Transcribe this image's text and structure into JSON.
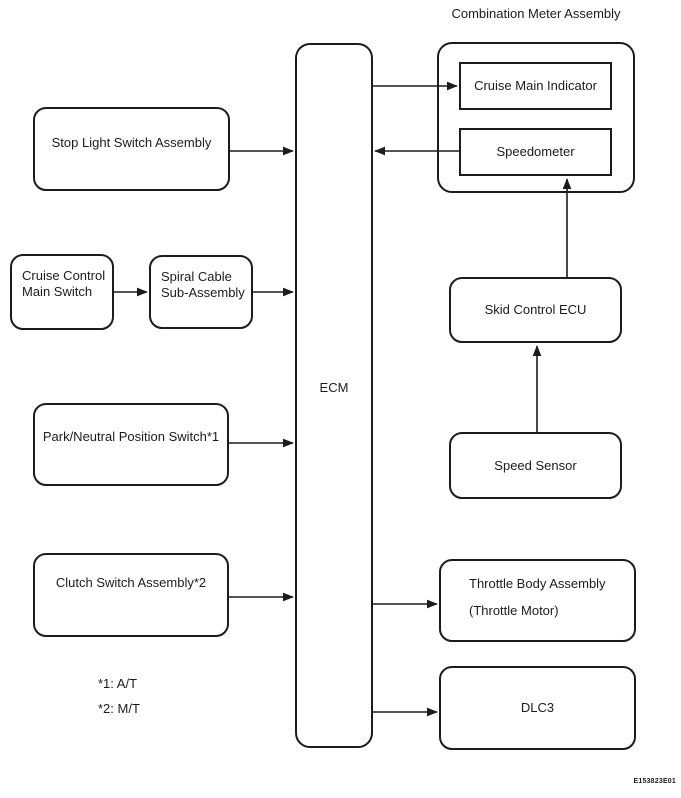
{
  "diagram": {
    "title": "Combination Meter Assembly",
    "figure_code": "E153823E01",
    "nodes": {
      "stop_light_switch": "Stop Light Switch Assembly",
      "cruise_control_main_switch": {
        "line1": "Cruise Control",
        "line2": "Main Switch"
      },
      "spiral_cable": {
        "line1": "Spiral Cable",
        "line2": "Sub-Assembly"
      },
      "ecm": "ECM",
      "park_neutral_switch": "Park/Neutral Position Switch*1",
      "clutch_switch": "Clutch Switch Assembly*2",
      "cruise_main_indicator": "Cruise Main Indicator",
      "speedometer": "Speedometer",
      "skid_control_ecu": "Skid Control ECU",
      "speed_sensor": "Speed Sensor",
      "throttle_body": {
        "line1": "Throttle Body Assembly",
        "line2": "(Throttle Motor)"
      },
      "dlc3": "DLC3"
    },
    "notes": [
      "*1: A/T",
      "*2: M/T"
    ],
    "colors": {
      "line": "#1c1c1c",
      "background": "#ffffff"
    }
  }
}
